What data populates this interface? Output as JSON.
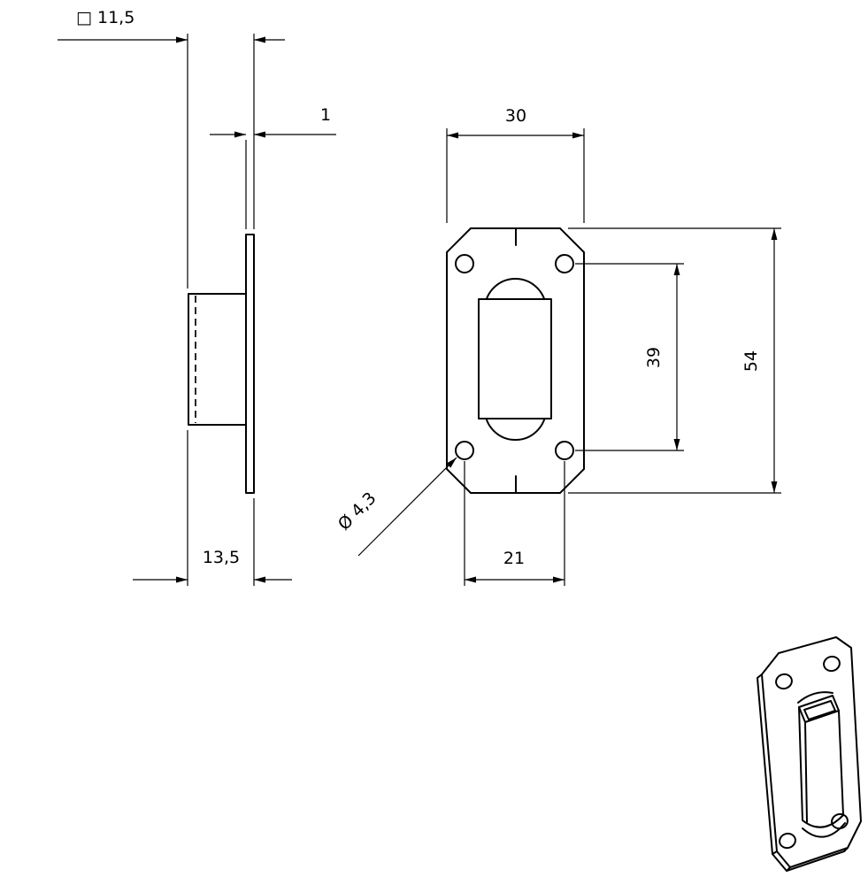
{
  "colors": {
    "line": "#000000",
    "background": "#ffffff"
  },
  "dimensions": {
    "square_profile": "□ 11,5",
    "plate_thickness": "1",
    "front_width": "30",
    "side_depth": "13,5",
    "hole_spacing_horizontal": "21",
    "hole_spacing_vertical": "39",
    "front_height": "54",
    "hole_diameter": "Ø 4,3"
  }
}
